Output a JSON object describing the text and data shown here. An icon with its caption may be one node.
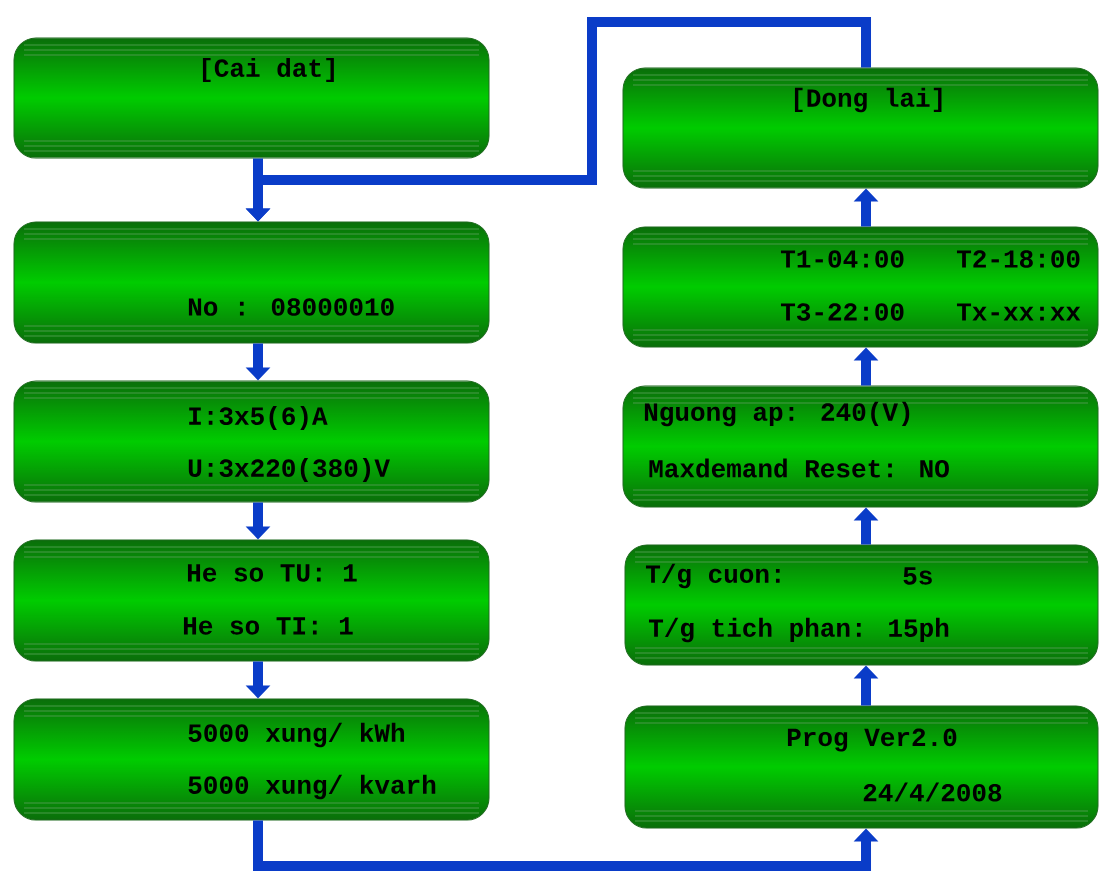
{
  "diagram": {
    "nodes": [
      {
        "text": [
          "[Cai dat]"
        ]
      },
      {
        "text": [
          "No : 08000010"
        ]
      },
      {
        "text": [
          "I:3x5(6)A",
          "U:3x220(380)V"
        ]
      },
      {
        "text": [
          "He so TU:  1",
          "He so TI:  1"
        ]
      },
      {
        "text": [
          "5000 xung/ kWh",
          "5000 xung/ kvarh"
        ]
      },
      {
        "text": [
          "[Dong lai]"
        ]
      },
      {
        "text": [
          "T1-04:00",
          "T2-18:00",
          "T3-22:00",
          "Tx-xx:xx"
        ]
      },
      {
        "text": [
          "Nguong ap: 240(V)",
          "Maxdemand Reset: NO"
        ]
      },
      {
        "text": [
          "T/g cuon:",
          "5s",
          "T/g tich phan: 15ph"
        ]
      },
      {
        "text": [
          "Prog Ver2.0",
          "24/4/2008"
        ]
      }
    ],
    "edges": [
      {
        "from": 0,
        "to": 1,
        "arrow": "to"
      },
      {
        "from": 1,
        "to": 2,
        "arrow": "to"
      },
      {
        "from": 2,
        "to": 3,
        "arrow": "to"
      },
      {
        "from": 3,
        "to": 4,
        "arrow": "to"
      },
      {
        "from": 4,
        "to": 9,
        "arrow": "to"
      },
      {
        "from": 9,
        "to": 8,
        "arrow": "to"
      },
      {
        "from": 8,
        "to": 7,
        "arrow": "to"
      },
      {
        "from": 7,
        "to": 6,
        "arrow": "to"
      },
      {
        "from": 6,
        "to": 5,
        "arrow": "to"
      },
      {
        "from": 5,
        "to": 1,
        "arrow": "to"
      }
    ]
  }
}
